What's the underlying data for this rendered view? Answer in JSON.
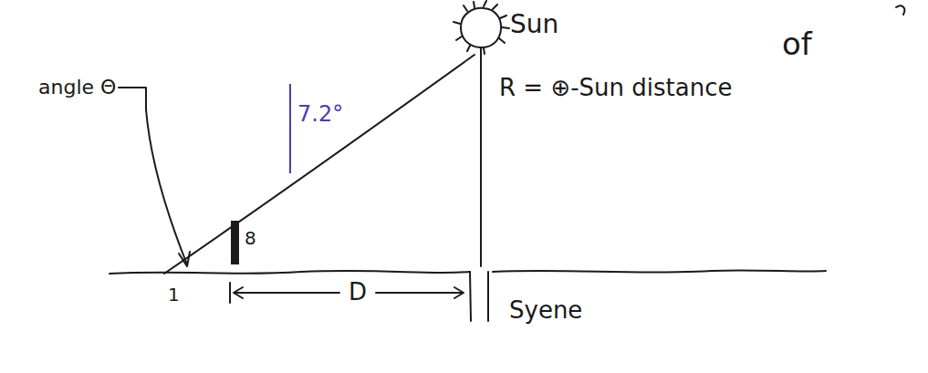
{
  "diagram": {
    "labels": [
      "Sun",
      "of",
      "7.2°",
      "R = ⊕-Sun distance",
      "angle Θ",
      "8",
      "1",
      "D",
      "Syene"
    ]
  }
}
